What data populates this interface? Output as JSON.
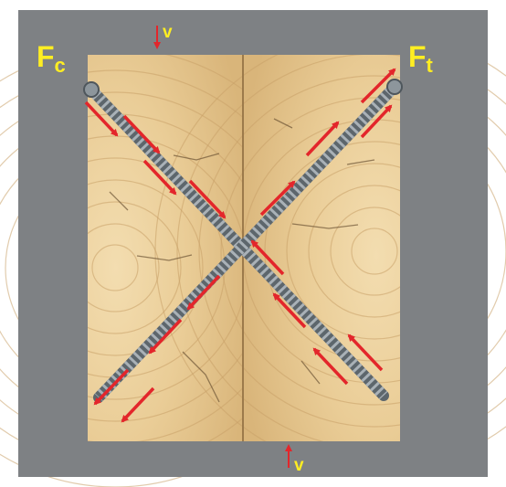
{
  "labels": {
    "compression": {
      "main": "F",
      "sub": "c"
    },
    "tension": {
      "main": "F",
      "sub": "t"
    },
    "shear_top": "v",
    "shear_bottom": "v"
  },
  "colors": {
    "background": "#7e8184",
    "wood_light": "#efd7a8",
    "wood_dark": "#c49a5e",
    "screw": "#6f7980",
    "arrow": "#e3262b",
    "label": "#ffee22"
  },
  "icons": {
    "screw": "screw-icon",
    "force_arrow": "arrow-icon"
  }
}
